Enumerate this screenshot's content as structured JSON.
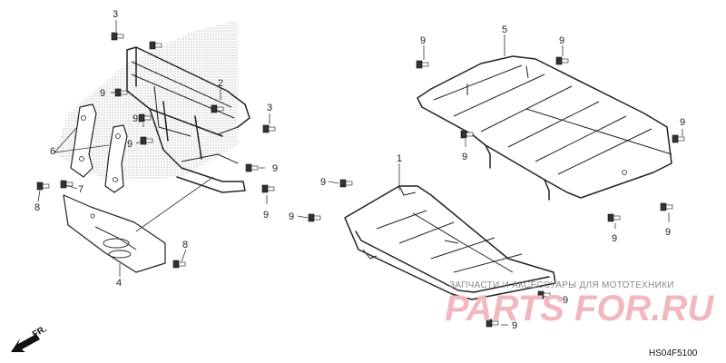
{
  "diagram": {
    "diagram_code": "HS04F5100",
    "direction_label": "FR.",
    "watermark": {
      "subtitle": "ЗАПЧАСТИ И АКСЕССУАРЫ ДЛЯ МОТОТЕХНИКИ",
      "brand": "PARTS FOR.RU"
    },
    "callouts": [
      {
        "id": "c1",
        "label": "1"
      },
      {
        "id": "c2",
        "label": "2"
      },
      {
        "id": "c3a",
        "label": "3"
      },
      {
        "id": "c3b",
        "label": "3"
      },
      {
        "id": "c4",
        "label": "4"
      },
      {
        "id": "c5",
        "label": "5"
      },
      {
        "id": "c6",
        "label": "6"
      },
      {
        "id": "c7",
        "label": "7"
      },
      {
        "id": "c8a",
        "label": "8"
      },
      {
        "id": "c8b",
        "label": "8"
      },
      {
        "id": "c9a",
        "label": "9"
      },
      {
        "id": "c9b",
        "label": "9"
      },
      {
        "id": "c9c",
        "label": "9"
      },
      {
        "id": "c9d",
        "label": "9"
      },
      {
        "id": "c9e",
        "label": "9"
      },
      {
        "id": "c9f",
        "label": "9"
      },
      {
        "id": "c9g",
        "label": "9"
      },
      {
        "id": "c9h",
        "label": "9"
      },
      {
        "id": "c9i",
        "label": "9"
      },
      {
        "id": "c9j",
        "label": "9"
      },
      {
        "id": "c9k",
        "label": "9"
      },
      {
        "id": "c9l",
        "label": "9"
      },
      {
        "id": "c9m",
        "label": "9"
      },
      {
        "id": "c9n",
        "label": "9"
      }
    ]
  }
}
